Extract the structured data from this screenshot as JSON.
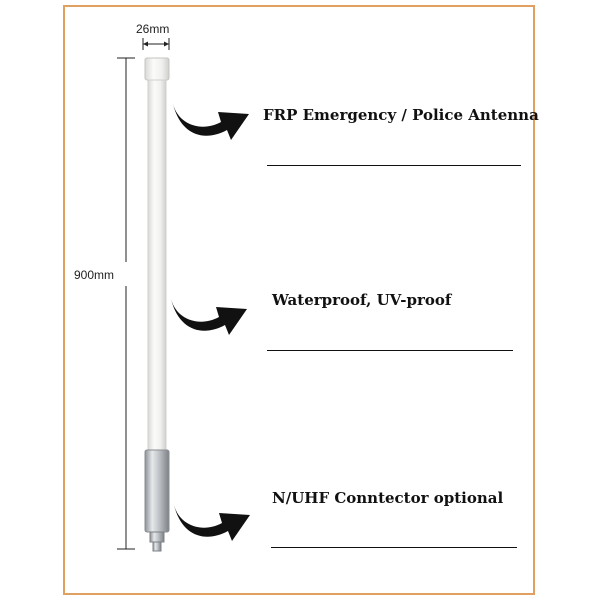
{
  "dimensions": {
    "width_label": "26mm",
    "height_label": "900mm"
  },
  "features": [
    {
      "label": "FRP Emergency / Police Antenna"
    },
    {
      "label": "Waterproof, UV-proof"
    },
    {
      "label": "N/UHF Conntector optional"
    }
  ],
  "colors": {
    "frame": "#e0a060",
    "antenna_body": "#f2f2f0",
    "connector": "#b8bcc0",
    "arrow": "#111111"
  },
  "icons": [
    "curved-arrow-icon"
  ]
}
